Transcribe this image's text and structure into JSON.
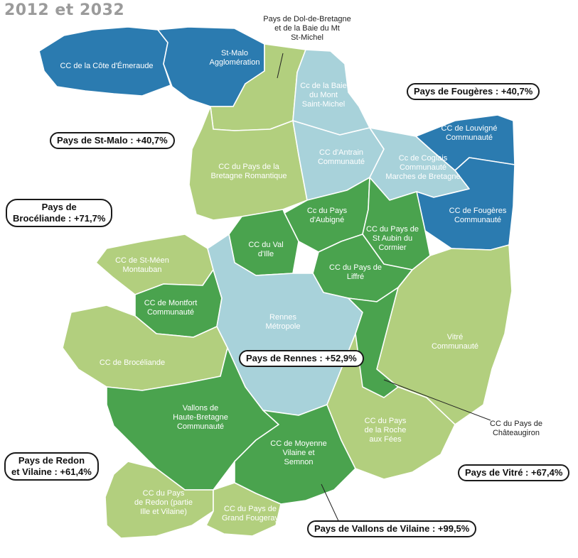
{
  "title": "2012 et 2032",
  "colors": {
    "blue": "#2b7bb0",
    "light_blue": "#a8d2da",
    "light_green": "#b2cf7e",
    "dark_green": "#4aa34e",
    "text": "#1a1a1a"
  },
  "pays": [
    {
      "id": "st-malo",
      "label": "Pays de St-Malo : +40,7%",
      "growth_percent": 40.7
    },
    {
      "id": "fougeres",
      "label": "Pays de Fougères : +40,7%",
      "growth_percent": 40.7
    },
    {
      "id": "broceliande",
      "label_line1": "Pays de",
      "label_line2": "Brocéliande : +71,7%",
      "growth_percent": 71.7
    },
    {
      "id": "rennes",
      "label": "Pays de Rennes : +52,9%",
      "growth_percent": 52.9
    },
    {
      "id": "redon",
      "label_line1": "Pays de Redon",
      "label_line2": "et Vilaine : +61,4%",
      "growth_percent": 61.4
    },
    {
      "id": "vitre",
      "label": "Pays de Vitré : +67,4%",
      "growth_percent": 67.4
    },
    {
      "id": "vallons",
      "label": "Pays de Vallons de Vilaine : +99,5%",
      "growth_percent": 99.5
    }
  ],
  "regions": [
    {
      "id": "cote-emeraude",
      "lines": [
        "CC de la Côte d'Émeraude"
      ],
      "color": "blue"
    },
    {
      "id": "st-malo-agglo",
      "lines": [
        "St-Malo",
        "Agglomération"
      ],
      "color": "blue"
    },
    {
      "id": "dol",
      "lines": [
        "Pays de Dol-de-Bretagne",
        "et de la Baie du Mt",
        "St-Michel"
      ],
      "color": "light_green"
    },
    {
      "id": "baie-mont",
      "lines": [
        "Cc de la Baie",
        "du Mont",
        "Saint-Michel"
      ],
      "color": "light_blue"
    },
    {
      "id": "bretagne-romantique",
      "lines": [
        "CC du Pays de la",
        "Bretagne Romantique"
      ],
      "color": "light_green"
    },
    {
      "id": "antrain",
      "lines": [
        "CC d'Antrain",
        "Communauté"
      ],
      "color": "light_blue"
    },
    {
      "id": "coglais",
      "lines": [
        "Cc de Coglais",
        "Communauté",
        "Marches de Bretagne"
      ],
      "color": "light_blue"
    },
    {
      "id": "louvigne",
      "lines": [
        "CC de Louvigné",
        "Communauté"
      ],
      "color": "blue"
    },
    {
      "id": "fougeres-cc",
      "lines": [
        "CC de Fougères",
        "Communauté"
      ],
      "color": "blue"
    },
    {
      "id": "aubigne",
      "lines": [
        "Cc du Pays",
        "d'Aubigné"
      ],
      "color": "dark_green"
    },
    {
      "id": "st-aubin",
      "lines": [
        "CC du Pays de",
        "St Aubin du",
        "Cormier"
      ],
      "color": "dark_green"
    },
    {
      "id": "val-ille",
      "lines": [
        "CC du Val",
        "d'Ille"
      ],
      "color": "dark_green"
    },
    {
      "id": "liffre",
      "lines": [
        "CC du Pays de",
        "Liffré"
      ],
      "color": "dark_green"
    },
    {
      "id": "st-meen",
      "lines": [
        "CC de St-Méen",
        "Montauban"
      ],
      "color": "light_green"
    },
    {
      "id": "montfort",
      "lines": [
        "CC de Montfort",
        "Communauté"
      ],
      "color": "dark_green"
    },
    {
      "id": "rennes-metro",
      "lines": [
        "Rennes",
        "Métropole"
      ],
      "color": "light_blue"
    },
    {
      "id": "vitre-cc",
      "lines": [
        "Vitré",
        "Communauté"
      ],
      "color": "light_green"
    },
    {
      "id": "broceliande-cc",
      "lines": [
        "CC de Brocéliande"
      ],
      "color": "light_green"
    },
    {
      "id": "vallons-hb",
      "lines": [
        "Vallons de",
        "Haute-Bretagne",
        "Communauté"
      ],
      "color": "dark_green"
    },
    {
      "id": "moyenne-vilaine",
      "lines": [
        "CC de Moyenne",
        "Vilaine et",
        "Semnon"
      ],
      "color": "dark_green"
    },
    {
      "id": "roche-fees",
      "lines": [
        "CC du Pays",
        "de la Roche",
        "aux Fées"
      ],
      "color": "light_green"
    },
    {
      "id": "redon-cc",
      "lines": [
        "CC du Pays",
        "de Redon (partie",
        "Ille et Vilaine)"
      ],
      "color": "light_green"
    },
    {
      "id": "grand-fougeray",
      "lines": [
        "CC du Pays de",
        "Grand Fougeray"
      ],
      "color": "light_green"
    },
    {
      "id": "chateaugiron",
      "lines": [
        "CC du Pays de",
        "Châteaugiron"
      ],
      "color": "dark_green"
    }
  ]
}
